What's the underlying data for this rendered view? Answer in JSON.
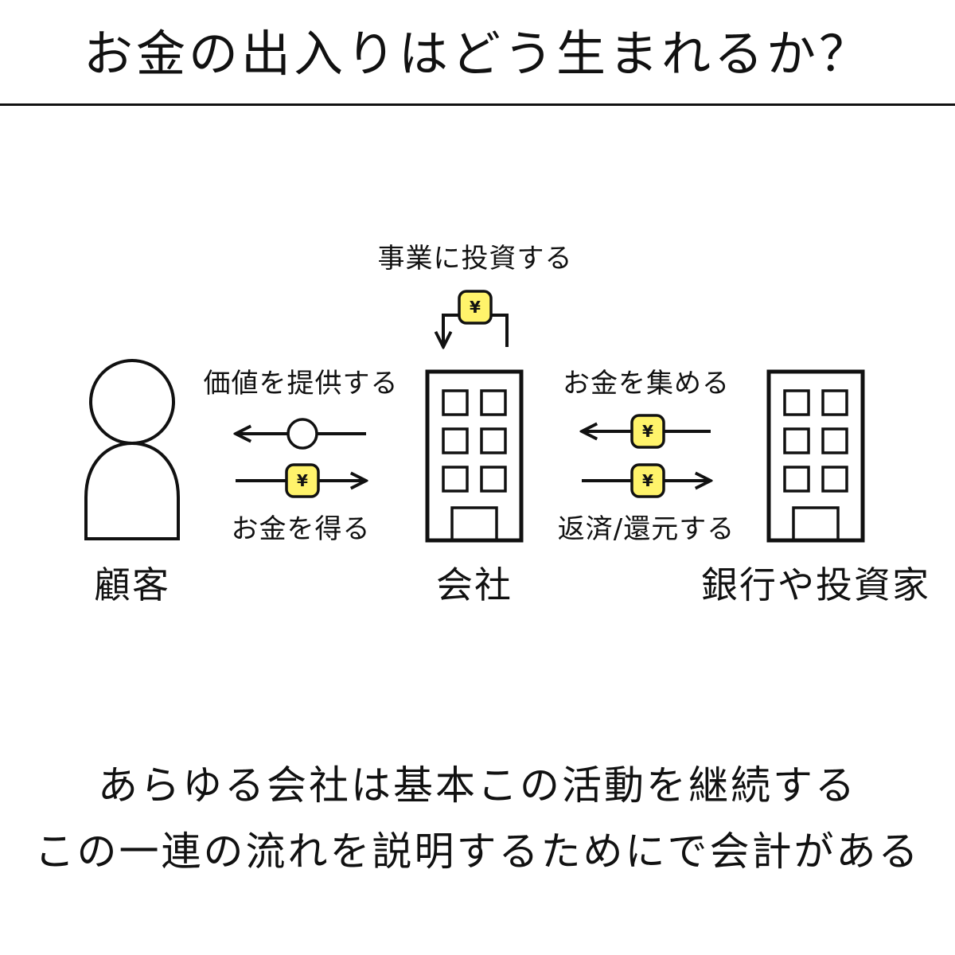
{
  "title": "お金の出入りはどう生まれるか？",
  "colors": {
    "coin_fill": "#fff36b",
    "ink": "#111111",
    "background": "#ffffff"
  },
  "coin_symbol": "¥",
  "entities": {
    "customer": {
      "label": "顧客",
      "icon": "person-icon"
    },
    "company": {
      "label": "会社",
      "icon": "office-building-icon"
    },
    "investors": {
      "label": "銀行や投資家",
      "icon": "office-building-icon"
    }
  },
  "flows": {
    "invest": "事業に投資する",
    "provide_value": "価値を提供する",
    "receive_money": "お金を得る",
    "raise_money": "お金を集める",
    "repay": "返済/還元する"
  },
  "footer": {
    "line1": "あらゆる会社は基本この活動を継続する",
    "line2": "この一連の流れを説明するためにで会計がある"
  }
}
